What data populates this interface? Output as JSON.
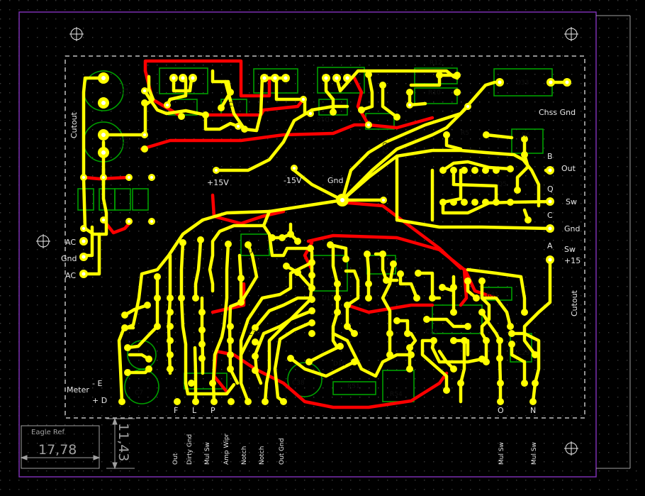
{
  "colors": {
    "background": "#000000",
    "grid_dot": "#3a3a3a",
    "board_outline": "#7a2fb0",
    "dimension": "#a0a0a0",
    "top_trace": "#ff0000",
    "bottom_trace": "#ffff00",
    "silkscreen": "#e8e8e8",
    "component_outline": "#00a000",
    "pad": "#ffff00",
    "drill": "#ffffff",
    "keepout": "#c0c0c0"
  },
  "labels": {
    "cutout_left": "Cutout",
    "cutout_right": "Cutout",
    "chassis_gnd": "Chss Gnd",
    "plus15v": "+15V",
    "minus15v": "-15V",
    "gnd_center": "Gnd",
    "ac_top": "AC",
    "gnd_left": "Gnd",
    "ac_bottom": "AC",
    "meter": "Meter",
    "meter_minus": "- E",
    "meter_plus": "+ D",
    "b": "B",
    "out": "Out",
    "q": "Q",
    "sw1": "Sw",
    "c": "C",
    "gnd_right": "Gnd",
    "a": "A",
    "sw2": "Sw",
    "plus15": "+15",
    "bottom_f": "F",
    "bottom_l": "L",
    "bottom_p": "P",
    "bottom_o": "O",
    "bottom_n": "N",
    "eagle_ref": "Eagle Ref",
    "dim_horizontal": "17,78",
    "dim_vertical": "11,43"
  },
  "bottom_connector_labels": [
    "Out",
    "Dirty Gnd",
    "Mul Sw",
    "Amp Wipr",
    "Notch",
    "Notch",
    "Out Gnd"
  ],
  "bottom_right_connector_labels": [
    "Mul Sw",
    "Mul Sw"
  ],
  "component_refs": [
    "C17",
    "C18",
    "R12",
    "R10",
    "D33",
    "R5",
    "R6",
    "Q5",
    "D18",
    "C22",
    "C21",
    "C38",
    "R51",
    "R54",
    "C29",
    "U1",
    "U4",
    "C7",
    "C30",
    "D16",
    "R41",
    "C26"
  ]
}
